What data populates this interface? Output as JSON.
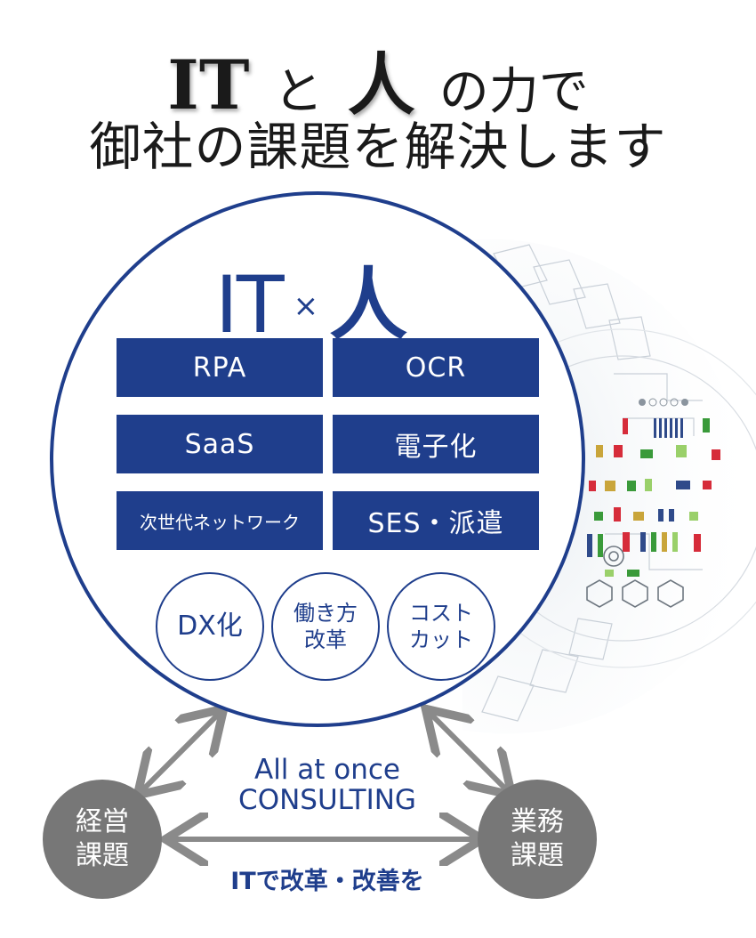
{
  "headline": {
    "line1_it": "IT",
    "line1_to": "と",
    "line1_hito": "人",
    "line1_suffix": "の力で",
    "line2": "御社の課題を解決します"
  },
  "circle": {
    "it": "IT",
    "times": "×",
    "hito": "人",
    "boxes": [
      "RPA",
      "OCR",
      "SaaS",
      "電子化",
      "次世代ネットワーク",
      "SES・派遣"
    ],
    "pills": [
      {
        "lines": [
          "DX化"
        ]
      },
      {
        "lines": [
          "働き方",
          "改革"
        ]
      },
      {
        "lines": [
          "コスト",
          "カット"
        ]
      }
    ]
  },
  "consulting": {
    "line1": "All at once",
    "line2": "CONSULTING"
  },
  "issues": {
    "left": [
      "経営",
      "課題"
    ],
    "right": [
      "業務",
      "課題"
    ]
  },
  "slogan": "ITで改革・改善を",
  "colors": {
    "navy": "#1f3e8c",
    "gray": "#777777",
    "arrow": "#8a8a8a"
  }
}
